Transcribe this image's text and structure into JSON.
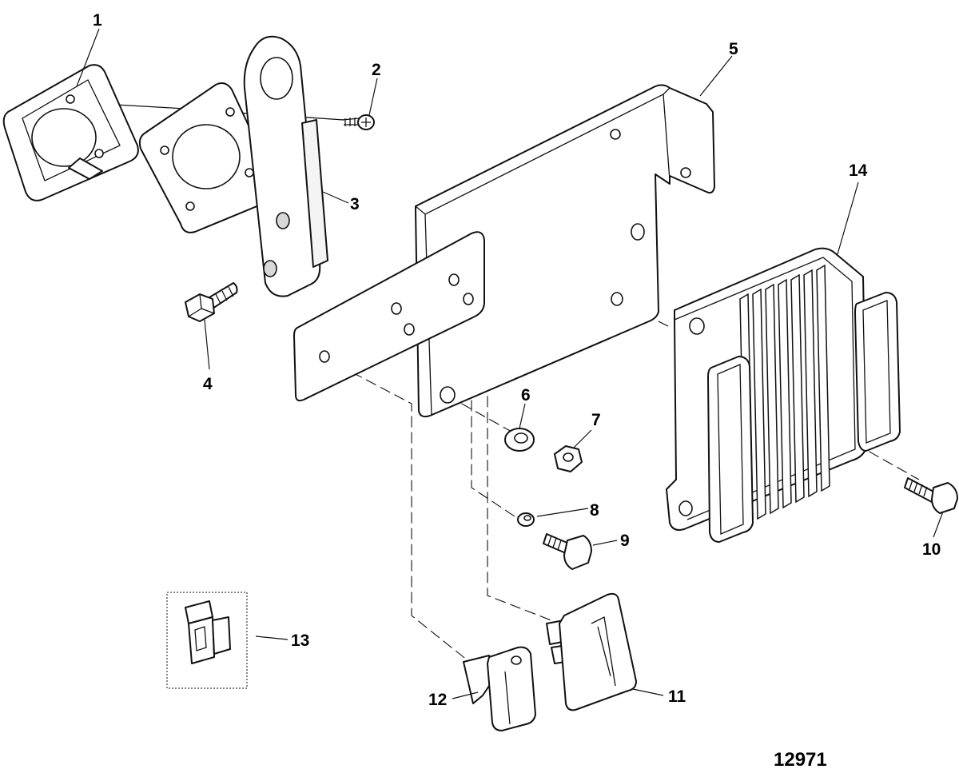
{
  "callouts": {
    "c1": "1",
    "c2": "2",
    "c3": "3",
    "c4": "4",
    "c5": "5",
    "c6": "6",
    "c7": "7",
    "c8": "8",
    "c9": "9",
    "c10": "10",
    "c11": "11",
    "c12": "12",
    "c13": "13",
    "c14": "14"
  },
  "figure_number": "12971"
}
